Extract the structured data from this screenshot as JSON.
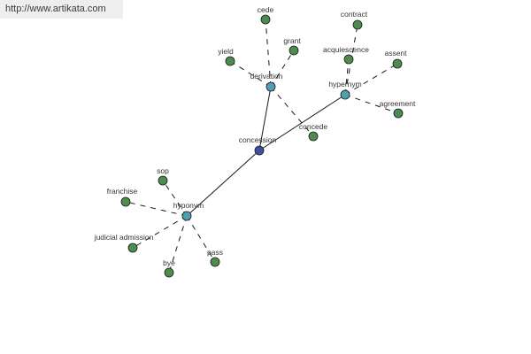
{
  "watermark": {
    "url": "http://www.artikata.com"
  },
  "colors": {
    "center": "#3f4fa0",
    "hub": "#4f9fb0",
    "leaf": "#4e8c4e",
    "edge": "#1a1a1a"
  },
  "graph": {
    "nodes": [
      {
        "id": "concession",
        "label": "concession",
        "kind": "center"
      },
      {
        "id": "derivation",
        "label": "derivation",
        "kind": "hub"
      },
      {
        "id": "hypernym",
        "label": "hypernym",
        "kind": "hub"
      },
      {
        "id": "hyponym",
        "label": "hyponym",
        "kind": "hub"
      },
      {
        "id": "cede",
        "label": "cede",
        "kind": "leaf"
      },
      {
        "id": "grant",
        "label": "grant",
        "kind": "leaf"
      },
      {
        "id": "yield",
        "label": "yield",
        "kind": "leaf"
      },
      {
        "id": "concede",
        "label": "concede",
        "kind": "leaf"
      },
      {
        "id": "contract",
        "label": "contract",
        "kind": "leaf"
      },
      {
        "id": "acquiescence",
        "label": "acquiescence",
        "kind": "leaf"
      },
      {
        "id": "assent",
        "label": "assent",
        "kind": "leaf"
      },
      {
        "id": "agreement",
        "label": "agreement",
        "kind": "leaf"
      },
      {
        "id": "sop",
        "label": "sop",
        "kind": "leaf"
      },
      {
        "id": "franchise",
        "label": "franchise",
        "kind": "leaf"
      },
      {
        "id": "judicial-admission",
        "label": "judicial admission",
        "kind": "leaf"
      },
      {
        "id": "bye",
        "label": "bye",
        "kind": "leaf"
      },
      {
        "id": "pass",
        "label": "pass",
        "kind": "leaf"
      }
    ],
    "edges": [
      {
        "from": "concession",
        "to": "derivation",
        "style": "solid"
      },
      {
        "from": "concession",
        "to": "hypernym",
        "style": "solid"
      },
      {
        "from": "concession",
        "to": "hyponym",
        "style": "solid"
      },
      {
        "from": "derivation",
        "to": "cede",
        "style": "dashed"
      },
      {
        "from": "derivation",
        "to": "grant",
        "style": "dashed"
      },
      {
        "from": "derivation",
        "to": "yield",
        "style": "dashed"
      },
      {
        "from": "derivation",
        "to": "concede",
        "style": "dashed"
      },
      {
        "from": "hypernym",
        "to": "contract",
        "style": "dashed"
      },
      {
        "from": "hypernym",
        "to": "acquiescence",
        "style": "dashed"
      },
      {
        "from": "hypernym",
        "to": "assent",
        "style": "dashed"
      },
      {
        "from": "hypernym",
        "to": "agreement",
        "style": "dashed"
      },
      {
        "from": "hyponym",
        "to": "sop",
        "style": "dashed"
      },
      {
        "from": "hyponym",
        "to": "franchise",
        "style": "dashed"
      },
      {
        "from": "hyponym",
        "to": "judicial-admission",
        "style": "dashed"
      },
      {
        "from": "hyponym",
        "to": "bye",
        "style": "dashed"
      },
      {
        "from": "hyponym",
        "to": "pass",
        "style": "dashed"
      }
    ]
  }
}
